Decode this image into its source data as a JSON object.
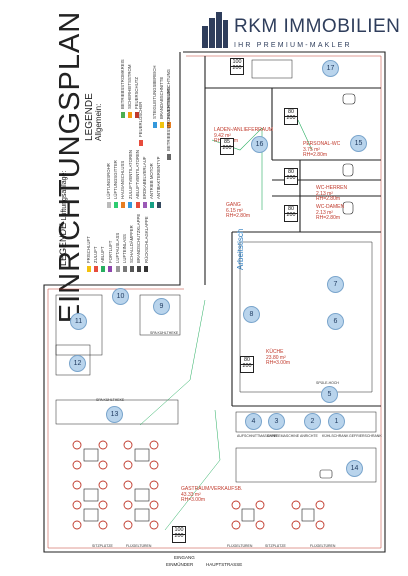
{
  "brand": {
    "name": "RKM IMMOBILIEN",
    "tagline": "IHR PREMIUM-MAKLER",
    "color": "#2f3e5c"
  },
  "title": "EINRICHTUNGSPLAN",
  "legend": {
    "heading": "LEGENDE",
    "subheading": "Allgemein:",
    "heading2": "LEGENDE",
    "subheading2": "Lüftungsanlage:",
    "ventilation_items": [
      "FRISCHLUFT",
      "ZULUFT",
      "ABLUFT",
      "FORTLUFT",
      "LUFTAUSLASS",
      "LUFTEINLASS",
      "SCHALLDÄMPFER",
      "BRANDSCHUTZKLAPPE",
      "RÜCKSCHLAGKLAPPE"
    ],
    "general_items": [
      "LÜFTUNGSROHR",
      "LÜFTUNGSGITTER",
      "HAUSANSCHLUSS",
      "ZULUFTVENTILATOREN",
      "ABLUFTVENTILATOREN",
      "ERDKABELVERLAUF",
      "ANTRIEB MOTOR",
      "ANTIBAKTERIENTYP"
    ],
    "general_items2": [
      "BETRIEBSSTROMKREIS",
      "SICHERHEITSSTROM",
      "FEUERSCHUTZ"
    ],
    "fire_item": "FEUERLÖSCHER",
    "extra_items": [
      "STEIGLEITUNGSBEREICH",
      "BRANDABSCHNITTE",
      "FLUCHTWEGRICHTUNG"
    ],
    "distribution_note": "BETRIEBSSTROMVERTEILUNG"
  },
  "rooms": [
    {
      "name": "LADEN-/ANLIEFERRAUM",
      "area": "9.42 m²",
      "height": "RH=2.80m"
    },
    {
      "name": "PERSONAL-WC",
      "area": "3.75 m²",
      "height": "RH=2.80m"
    },
    {
      "name": "WC-HERREN",
      "area": "2.13 m²",
      "height": "RH=2.80m"
    },
    {
      "name": "WC-DAMEN",
      "area": "2.13 m²",
      "height": "RH=2.80m"
    },
    {
      "name": "GANG",
      "area": "6.15 m²",
      "height": "RH=2.80m"
    },
    {
      "name": "KÜCHE",
      "area": "23.80 m²",
      "height": "RH=3.00m"
    },
    {
      "name": "GASTRAUM/VERKAUFSB.",
      "area": "43.33 m²",
      "height": "RH=3.00m"
    }
  ],
  "badges": [
    "17",
    "16",
    "15",
    "7",
    "8",
    "6",
    "5",
    "4",
    "3",
    "2",
    "1",
    "9",
    "10",
    "11",
    "12",
    "13",
    "14"
  ],
  "doors": [
    {
      "w": "100",
      "h": "200"
    },
    {
      "w": "85",
      "h": "200"
    },
    {
      "w": "80",
      "h": "200"
    },
    {
      "w": "80",
      "h": "200"
    },
    {
      "w": "80",
      "h": "200"
    },
    {
      "w": "80",
      "h": "200"
    },
    {
      "w": "100",
      "h": "200"
    }
  ],
  "arbeitstisch": "Arbeitstisch",
  "streets": {
    "entrance": "EINGANG",
    "entrance2": "EINMÜNDER",
    "street": "HAUPTSTRASSE"
  },
  "tags": {
    "t9": "SPA KÜHLTHEKE",
    "t13": "SPA KÜHLTHEKE",
    "t_kitchen": "SPÜLE-HOCH",
    "t_counter1": "AUFSCHNITTMASCHINE",
    "t_counter2": "KAFFEEMASCHINE",
    "t_counter3": "ANRICHTE",
    "t_counter4": "KÜHLSCHRANK",
    "t_counter5": "GEFRIERSCHRANK",
    "t_bottom1": "SITZPLÄTZE",
    "t_bottom2": "FLÜGELTÜREN",
    "t_bottom3": "FLÜGELTÜREN",
    "t_bottom4": "SITZPLÄTZE",
    "t_bottom5": "FLÜGELTÜREN"
  }
}
